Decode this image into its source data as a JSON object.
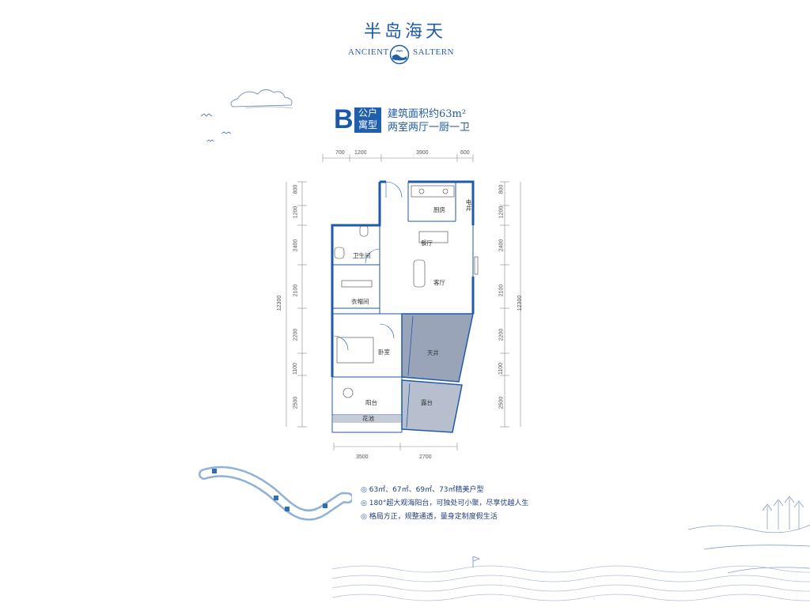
{
  "header": {
    "title": "半岛海天",
    "sub_left": "ANCIENT",
    "sub_right": "SALTERN"
  },
  "unit": {
    "letter": "B",
    "type_line1": "公户",
    "type_line2": "寓型",
    "area": "建筑面积约63m²",
    "layout": "两室两厅一厨一卫"
  },
  "dimensions": {
    "top": [
      "700",
      "1200",
      "3900",
      "600"
    ],
    "bottom": [
      "3500",
      "2700"
    ],
    "left": [
      "800",
      "1200",
      "2400",
      "2100",
      "2200",
      "1100",
      "2500"
    ],
    "right": [
      "800",
      "1200",
      "2400",
      "2100",
      "2200",
      "1100",
      "2500"
    ],
    "total_left": "12300",
    "total_right": "12300"
  },
  "rooms": {
    "kitchen": "厨房",
    "elec_shaft": "电井",
    "dining": "餐厅",
    "bathroom": "卫生间",
    "living": "客厅",
    "storage": "衣帽间",
    "bedroom": "卧室",
    "skywell": "天井",
    "balcony": "阳台",
    "terrace": "露台",
    "planter": "花池"
  },
  "features": [
    "63㎡、67㎡、69㎡、73㎡精美户型",
    "180°超大观海阳台，可独处可小聚，尽享优越人生",
    "格局方正，规整通透，量身定制度假生活"
  ],
  "colors": {
    "brand_blue": "#1f5fae",
    "wall": "#1e5aa8",
    "skywell_fill": "#9aa4b8"
  }
}
